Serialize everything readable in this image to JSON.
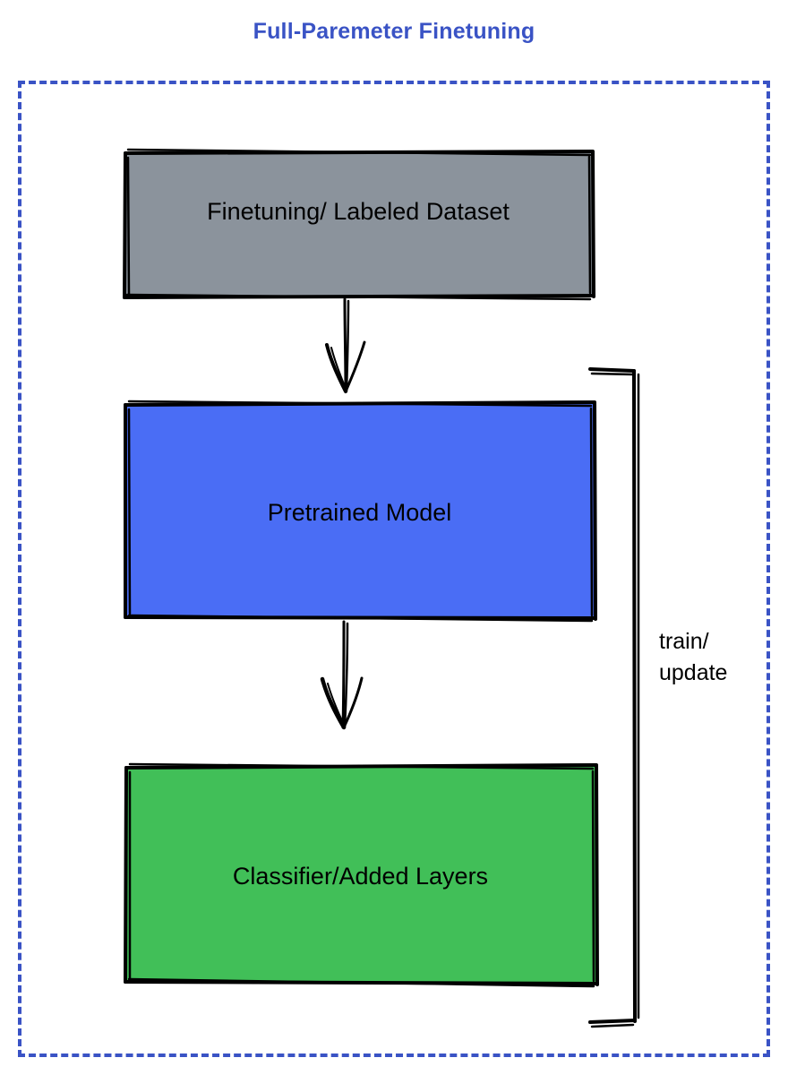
{
  "diagram": {
    "title": "Full-Paremeter Finetuning",
    "title_color": "#3a53c5",
    "frame_border_color": "#3a53c5",
    "background_color": "#ffffff",
    "stroke_color": "#000000",
    "nodes": [
      {
        "id": "dataset",
        "label": "Finetuning/ Labeled Dataset",
        "fill": "#8b939c",
        "text_color": "#000000"
      },
      {
        "id": "pretrained-model",
        "label": "Pretrained Model",
        "fill": "#4a6df5",
        "text_color": "#000000"
      },
      {
        "id": "classifier",
        "label": "Classifier/Added Layers",
        "fill": "#41bf58",
        "text_color": "#000000"
      }
    ],
    "edges": [
      {
        "id": "dataset-to-model",
        "from": "dataset",
        "to": "pretrained-model",
        "label": "",
        "style": "arrow-down"
      },
      {
        "id": "model-to-classifier",
        "from": "pretrained-model",
        "to": "classifier",
        "label": "",
        "style": "arrow-down"
      },
      {
        "id": "feedback-loop",
        "from": "classifier",
        "to": "pretrained-model",
        "label_line1": "train/",
        "label_line2": "update",
        "style": "bracket-right"
      }
    ],
    "feedback_label": "train/\nupdate"
  }
}
